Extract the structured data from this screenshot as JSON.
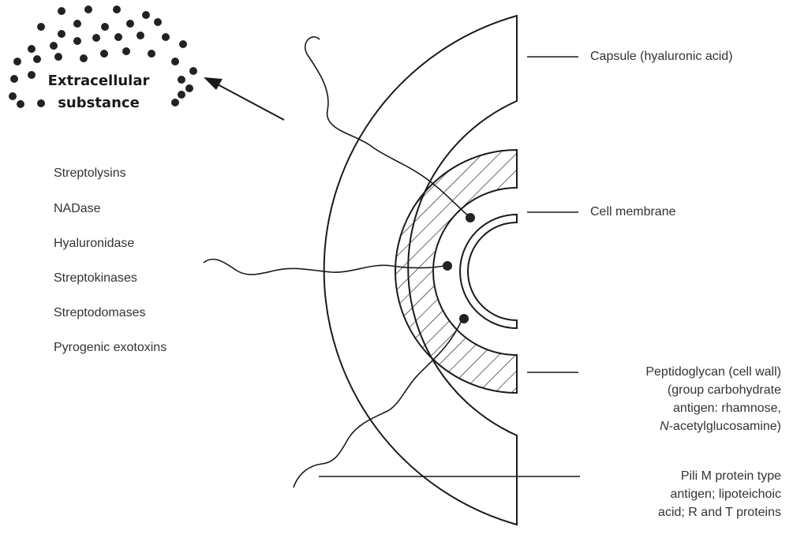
{
  "diagram": {
    "extracellular_substance": {
      "line1": "Extracellular",
      "line2": "substance"
    },
    "left_products": [
      "Streptolysins",
      "NADase",
      "Hyaluronidase",
      "Streptokinases",
      "Streptodomases",
      "Pyrogenic exotoxins"
    ],
    "right_labels": {
      "capsule": "Capsule (hyaluronic acid)",
      "cell_membrane": "Cell membrane",
      "peptidoglycan_line1": "Peptidoglycan (cell wall)",
      "peptidoglycan_line2": "(group carbohydrate",
      "peptidoglycan_line3": "antigen: rhamnose,",
      "peptidoglycan_line4_italic": "N",
      "peptidoglycan_line4_rest": "-acetylglucosamine)",
      "pili_line1": "Pili M protein type",
      "pili_line2": "antigen; lipoteichoic",
      "pili_line3": "acid; R and T proteins"
    },
    "colors": {
      "stroke": "#1a1a1a",
      "text": "#333333",
      "dots": "#222222"
    }
  }
}
